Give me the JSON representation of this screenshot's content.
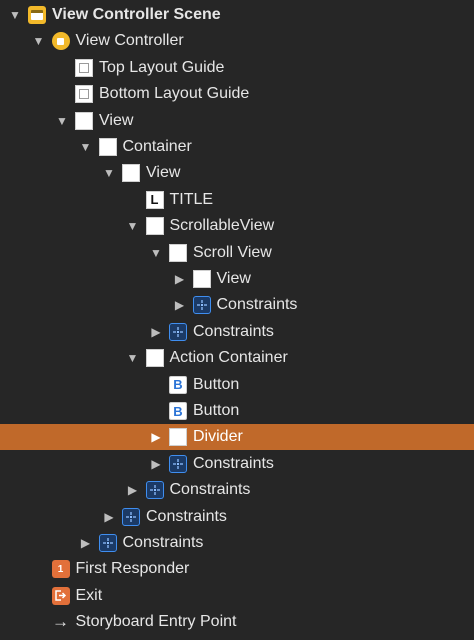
{
  "outline": {
    "items": [
      {
        "label": "View Controller Scene",
        "depth": 0,
        "disclosure": "open",
        "icon": "scene-icon",
        "bold": true
      },
      {
        "label": "View Controller",
        "depth": 1,
        "disclosure": "open",
        "icon": "view-controller-icon"
      },
      {
        "label": "Top Layout Guide",
        "depth": 2,
        "disclosure": "none",
        "icon": "layout-guide-icon"
      },
      {
        "label": "Bottom Layout Guide",
        "depth": 2,
        "disclosure": "none",
        "icon": "layout-guide-icon"
      },
      {
        "label": "View",
        "depth": 2,
        "disclosure": "open",
        "icon": "view-icon"
      },
      {
        "label": "Container",
        "depth": 3,
        "disclosure": "open",
        "icon": "view-icon"
      },
      {
        "label": "View",
        "depth": 4,
        "disclosure": "open",
        "icon": "view-icon"
      },
      {
        "label": "TITLE",
        "depth": 5,
        "disclosure": "none",
        "icon": "label-icon",
        "glyph": "L"
      },
      {
        "label": "ScrollableView",
        "depth": 5,
        "disclosure": "open",
        "icon": "view-icon"
      },
      {
        "label": "Scroll View",
        "depth": 6,
        "disclosure": "open",
        "icon": "view-icon"
      },
      {
        "label": "View",
        "depth": 7,
        "disclosure": "closed",
        "icon": "view-icon"
      },
      {
        "label": "Constraints",
        "depth": 7,
        "disclosure": "closed",
        "icon": "constraints-icon"
      },
      {
        "label": "Constraints",
        "depth": 6,
        "disclosure": "closed",
        "icon": "constraints-icon"
      },
      {
        "label": "Action Container",
        "depth": 5,
        "disclosure": "open",
        "icon": "view-icon"
      },
      {
        "label": "Button",
        "depth": 6,
        "disclosure": "none",
        "icon": "button-icon",
        "glyph": "B"
      },
      {
        "label": "Button",
        "depth": 6,
        "disclosure": "none",
        "icon": "button-icon",
        "glyph": "B"
      },
      {
        "label": "Divider",
        "depth": 6,
        "disclosure": "closed",
        "icon": "view-icon",
        "selected": true
      },
      {
        "label": "Constraints",
        "depth": 6,
        "disclosure": "closed",
        "icon": "constraints-icon"
      },
      {
        "label": "Constraints",
        "depth": 5,
        "disclosure": "closed",
        "icon": "constraints-icon"
      },
      {
        "label": "Constraints",
        "depth": 4,
        "disclosure": "closed",
        "icon": "constraints-icon"
      },
      {
        "label": "Constraints",
        "depth": 3,
        "disclosure": "closed",
        "icon": "constraints-icon"
      },
      {
        "label": "First Responder",
        "depth": 1,
        "disclosure": "none",
        "icon": "first-responder-icon",
        "glyph": "1"
      },
      {
        "label": "Exit",
        "depth": 1,
        "disclosure": "none",
        "icon": "exit-icon"
      },
      {
        "label": "Storyboard Entry Point",
        "depth": 1,
        "disclosure": "none",
        "icon": "entry-arrow-icon",
        "glyph": "→"
      }
    ]
  },
  "colors": {
    "background": "#262626",
    "selection": "#c0692a",
    "text": "#e6e6e6",
    "constraints_accent": "#3f8ef0",
    "scene_accent": "#f2b92a"
  }
}
